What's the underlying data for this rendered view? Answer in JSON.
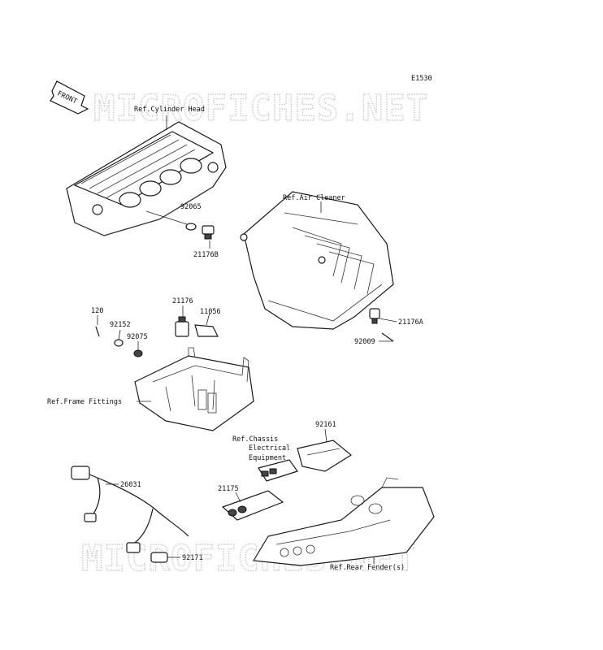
{
  "diagram_code": "E1530",
  "front_badge": "FRONT",
  "watermark": "MICROFICHES.NET",
  "labels": {
    "ref_cylinder_head": "Ref.Cylinder Head",
    "p92065": "92065",
    "p21176b": "21176B",
    "ref_air_cleaner": "Ref.Air Cleaner",
    "p21176a": "21176A",
    "p92009": "92009",
    "p120": "120",
    "p92152": "92152",
    "p92075": "92075",
    "p21176": "21176",
    "p11056": "11056",
    "ref_frame_fittings": "Ref.Frame Fittings",
    "ref_chassis_1": "Ref.Chassis",
    "ref_chassis_2": "Electrical",
    "ref_chassis_3": "Equipment",
    "p92161": "92161",
    "p21175": "21175",
    "p26031": "26031",
    "p92171": "92171",
    "ref_rear_fender": "Ref.Rear Fender(s)"
  }
}
